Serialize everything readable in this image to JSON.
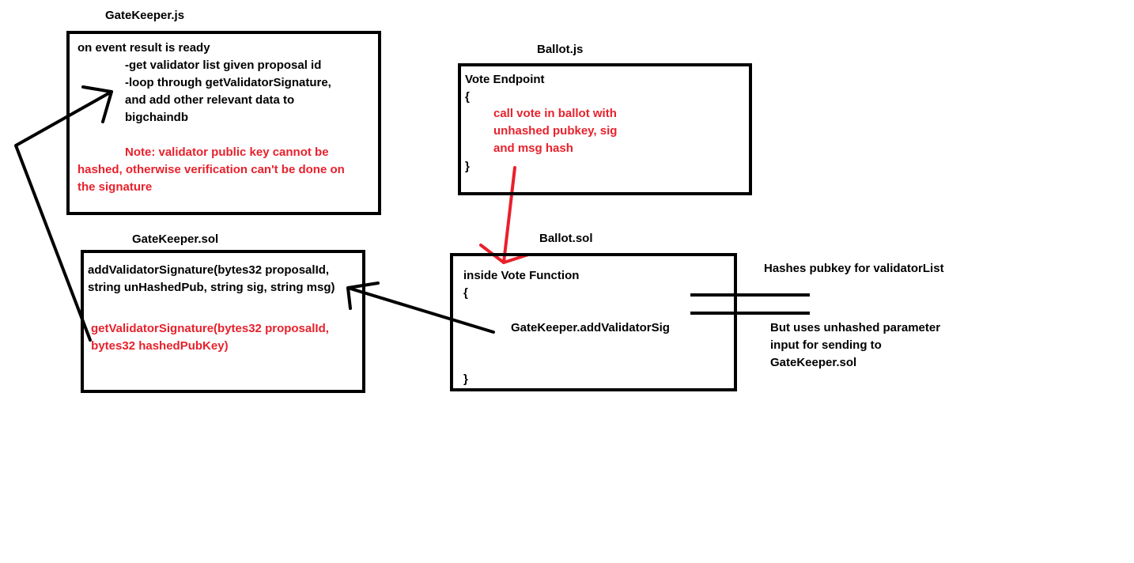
{
  "diagram": {
    "colors": {
      "ink": "#000000",
      "accent": "#e8212c"
    },
    "gatekeeper_js": {
      "title": "GateKeeper.js",
      "line1": "on event result is ready",
      "line2": "-get validator list given proposal id",
      "line3": "-loop through getValidatorSignature,",
      "line4": "and add other relevant data to",
      "line5": "bigchaindb",
      "note1": "Note: validator public key cannot be",
      "note2": "hashed, otherwise verification can't be done on",
      "note3": "the signature"
    },
    "ballot_js": {
      "title": "Ballot.js",
      "line1": "Vote Endpoint",
      "open": "{",
      "body1": "call vote in ballot with",
      "body2": "unhashed pubkey, sig",
      "body3": "and msg hash",
      "close": "}"
    },
    "gatekeeper_sol": {
      "title": "GateKeeper.sol",
      "line1": "addValidatorSignature(bytes32 proposalId,",
      "line2": "string unHashedPub, string sig, string msg)",
      "red1": "getValidatorSignature(bytes32 proposalId,",
      "red2": " bytes32 hashedPubKey)"
    },
    "ballot_sol": {
      "title": "Ballot.sol",
      "line1": "inside Vote Function",
      "open": "{",
      "call": "GateKeeper.addValidatorSig",
      "close": "}"
    },
    "side_notes": {
      "top": "Hashes pubkey for validatorList",
      "bottom1": "But uses unhashed parameter",
      "bottom2": "input for sending to",
      "bottom3": "GateKeeper.sol"
    }
  }
}
